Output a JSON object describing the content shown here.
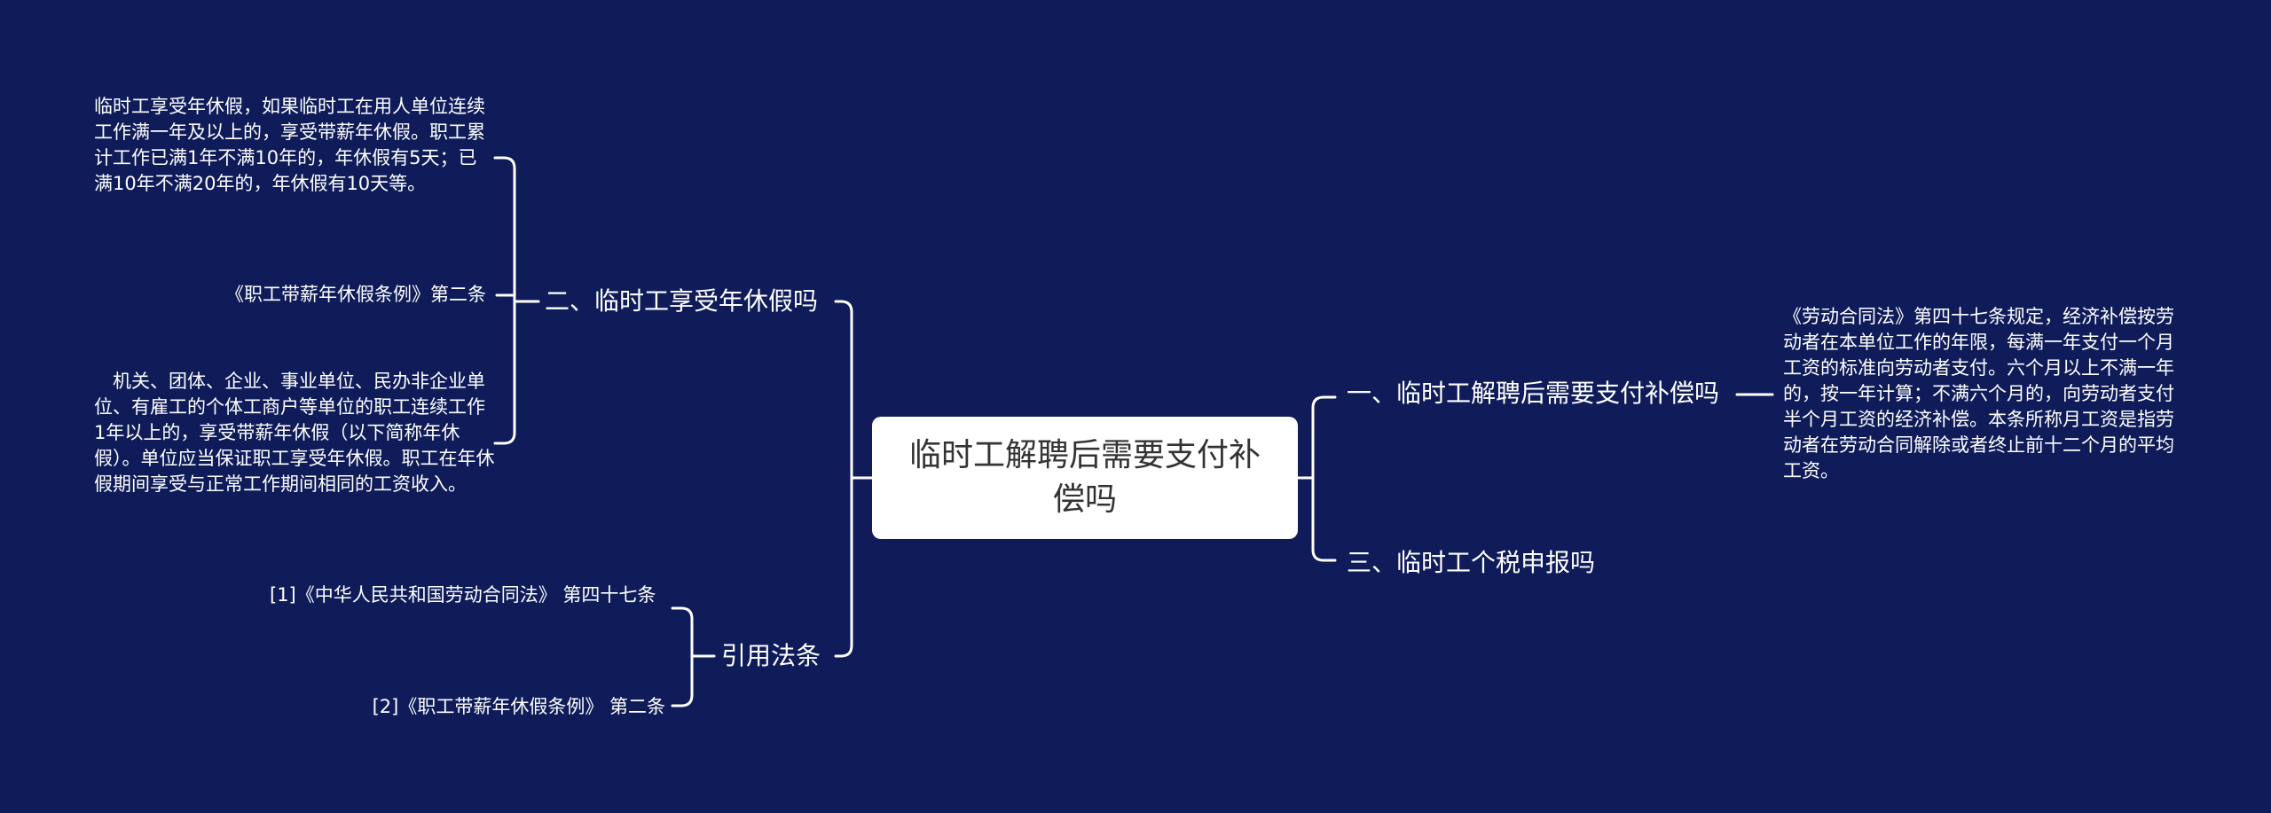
{
  "colors": {
    "background": "#0f1c59",
    "root_bg": "#ffffff",
    "root_text": "#333333",
    "line": "#ffffff"
  },
  "root": {
    "title": "临时工解聘后需要支付补偿吗"
  },
  "right_branches": [
    {
      "label": "一、临时工解聘后需要支付补偿吗",
      "children": [
        "《劳动合同法》第四十七条规定，经济补偿按劳动者在本单位工作的年限，每满一年支付一个月工资的标准向劳动者支付。六个月以上不满一年的，按一年计算；不满六个月的，向劳动者支付半个月工资的经济补偿。本条所称月工资是指劳动者在劳动合同解除或者终止前十二个月的平均工资。"
      ]
    },
    {
      "label": "三、临时工个税申报吗",
      "children": []
    }
  ],
  "left_branches": [
    {
      "label": "二、临时工享受年休假吗",
      "children": [
        "临时工享受年休假，如果临时工在用人单位连续工作满一年及以上的，享受带薪年休假。职工累计工作已满1年不满10年的，年休假有5天；已满10年不满20年的，年休假有10天等。",
        "《职工带薪年休假条例》第二条",
        "　机关、团体、企业、事业单位、民办非企业单位、有雇工的个体工商户等单位的职工连续工作1年以上的，享受带薪年休假（以下简称年休假）。单位应当保证职工享受年休假。职工在年休假期间享受与正常工作期间相同的工资收入。"
      ]
    },
    {
      "label": "引用法条",
      "children": [
        "[1]《中华人民共和国劳动合同法》 第四十七条",
        "[2]《职工带薪年休假条例》 第二条"
      ]
    }
  ]
}
